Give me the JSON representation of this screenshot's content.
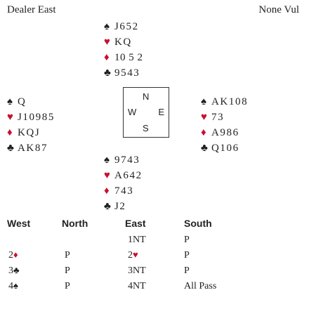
{
  "header": {
    "dealer": "Dealer East",
    "vulnerability": "None Vul"
  },
  "compass": {
    "n": "N",
    "w": "W",
    "e": "E",
    "s": "S"
  },
  "hands": {
    "north": {
      "spades": "J652",
      "hearts": "KQ",
      "diamonds": "10 5 2",
      "clubs": "9543"
    },
    "west": {
      "spades": "Q",
      "hearts": "J10985",
      "diamonds": "KQJ",
      "clubs": "AK87"
    },
    "east": {
      "spades": "AK108",
      "hearts": "73",
      "diamonds": "A986",
      "clubs": "Q106"
    },
    "south": {
      "spades": "9743",
      "hearts": "A642",
      "diamonds": "743",
      "clubs": "J2"
    }
  },
  "suit_symbols": {
    "spades": "♠",
    "hearts": "♥",
    "diamonds": "♦",
    "clubs": "♣"
  },
  "colors": {
    "red_suit": "#c8102e",
    "black_suit": "#1f1f1f"
  },
  "bidding": {
    "headers": [
      "West",
      "North",
      "East",
      "South"
    ],
    "rows": [
      {
        "west": "",
        "north": "",
        "east": "1NT",
        "south": "P"
      },
      {
        "west": "2",
        "west_suit": "♦",
        "north": "P",
        "east": "2",
        "east_suit": "♥",
        "south": "P"
      },
      {
        "west": "3",
        "west_suit": "♣",
        "north": "P",
        "east": "3NT",
        "south": "P"
      },
      {
        "west": "4",
        "west_suit": "♠",
        "north": "P",
        "east": "4NT",
        "south": "All Pass"
      }
    ]
  }
}
